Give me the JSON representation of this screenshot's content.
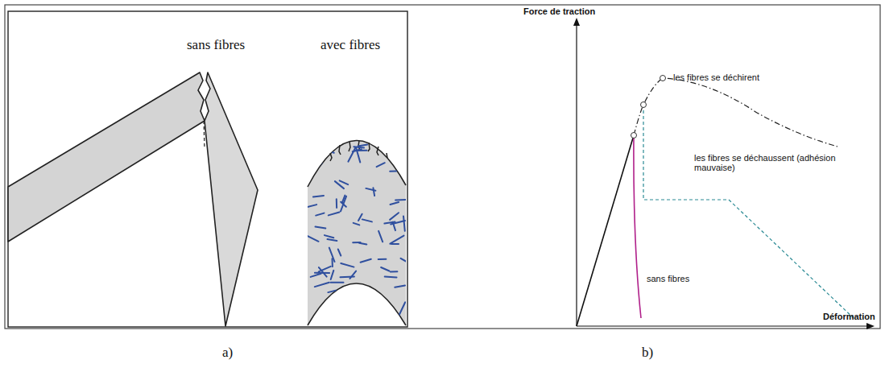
{
  "diagram": {
    "labels": [
      "sans fibres",
      "avec fibres",
      "a)",
      "b)",
      "Force de traction",
      "Déformation",
      "les fibres se déchirent",
      "les fibres se déchaussent (adhésion mauvaise)",
      "sans fibres"
    ]
  }
}
